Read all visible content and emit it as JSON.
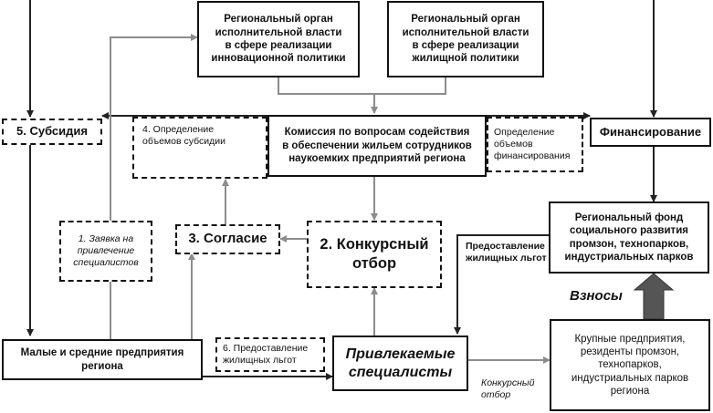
{
  "boxes": {
    "regional_innovation": "Региональный орган\nисполнительной власти\nв сфере реализации\nинновационной политики",
    "regional_housing": "Региональный орган\nисполнительной власти\nв сфере реализации\nжилищной политики",
    "subsidy": "5. Субсидия",
    "subsidy_volumes": "4. Определение\nобъемов субсидии",
    "commission": "Комиссия по вопросам содействия\nв обеспечении жильем сотрудников\nнаукоемких предприятий региона",
    "financing_volumes": "Определение\nобъемов\nфинансирования",
    "financing": "Финансирование",
    "regional_fund": "Региональный фонд\nсоциального развития\nпромзон, технопарков,\nиндустриальных парков",
    "application": "1. Заявка на\nпривлечение\nспециалистов",
    "consent": "3. Согласие",
    "competitive_selection": "2. Конкурсный\nотбор",
    "sme": "Малые и средние предприятия\nрегиона",
    "housing_benefits_6": "6. Предоставление\nжилищных льгот",
    "specialists": "Привлекаемые\nспециалисты",
    "large_enterprises": "Крупные предприятия,\nрезиденты промзон,\nтехнопарков,\nиндустриальных парков\nрегиона"
  },
  "labels": {
    "housing_benefits": "Предоставление\nжилищных льгот",
    "contributions": "Взносы",
    "competitive_selection_small": "Конкурсный\nотбор"
  },
  "colors": {
    "dark_line": "#222222",
    "gray_line": "#8c8c8c",
    "big_arrow": "#555555"
  }
}
